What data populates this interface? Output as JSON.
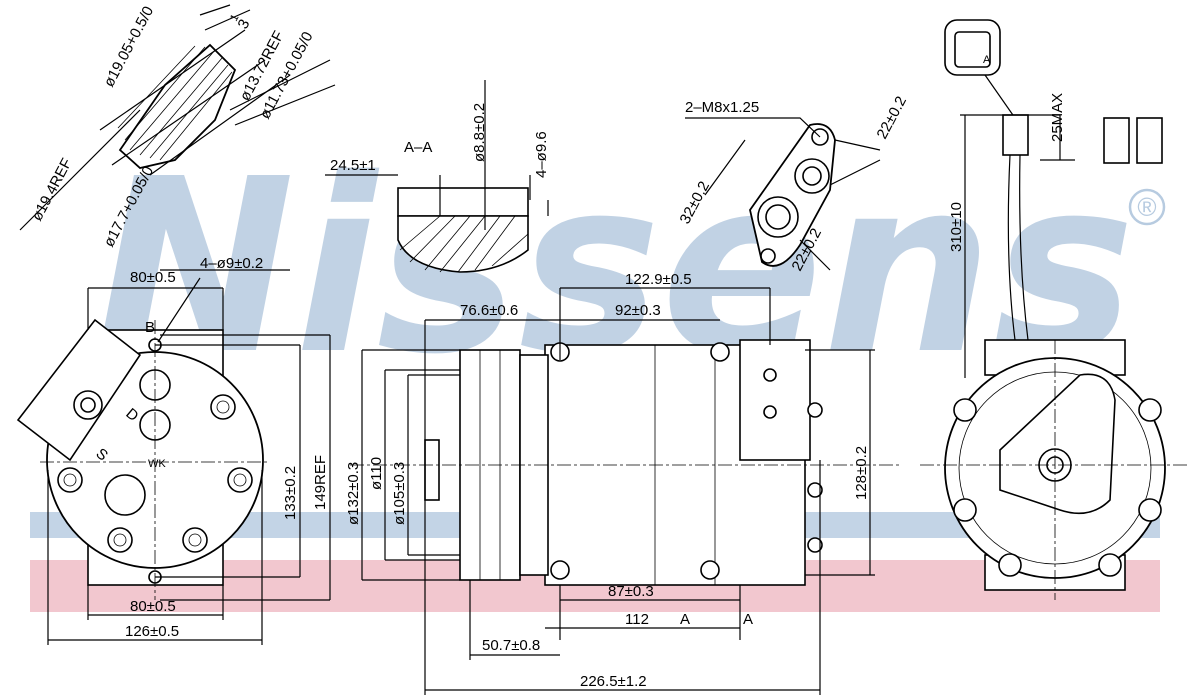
{
  "brand": {
    "watermark": "Nissens",
    "registered": "®",
    "band_top_color": "#c3d4e6",
    "band_bottom_color": "#f2c7cf",
    "watermark_color": "#b7cbe0"
  },
  "section_top_left": {
    "d19_05": "ø19.05+0.5/0",
    "d13_72": "ø13.72REF",
    "d11_73": "ø11.73+0.05/0",
    "d19_4": "ø19.4REF",
    "d17_7": "ø17.7+0.05/0",
    "three": "3",
    "one": "1"
  },
  "section_aa": {
    "title": "A–A",
    "d24_5": "24.5±1",
    "d8_8": "ø8.8±0.2",
    "d9_6": "4–ø9.6"
  },
  "flange": {
    "thread": "2–M8x1.25",
    "d22a": "22±0.2",
    "d32": "32±0.2",
    "d22b": "22±0.2"
  },
  "connector": {
    "label": "A",
    "d310": "310±10",
    "d25max": "25MAX"
  },
  "front_view": {
    "d80_top": "80±0.5",
    "holes": "4–ø9±0.2",
    "b": "B",
    "d133": "133±0.2",
    "d149": "149REF",
    "d80_bot": "80±0.5",
    "d126": "126±0.5",
    "s": "S",
    "d": "D",
    "wk": "WK"
  },
  "side_view": {
    "d76_6": "76.6±0.6",
    "d122_9": "122.9±0.5",
    "d92": "92±0.3",
    "d132": "ø132±0.3",
    "d110": "ø110",
    "d105": "ø105±0.3",
    "d128": "128±0.2",
    "d87": "87±0.3",
    "d112": "112",
    "a1": "A",
    "a2": "A",
    "d50_7": "50.7±0.8",
    "d226_5": "226.5±1.2"
  }
}
